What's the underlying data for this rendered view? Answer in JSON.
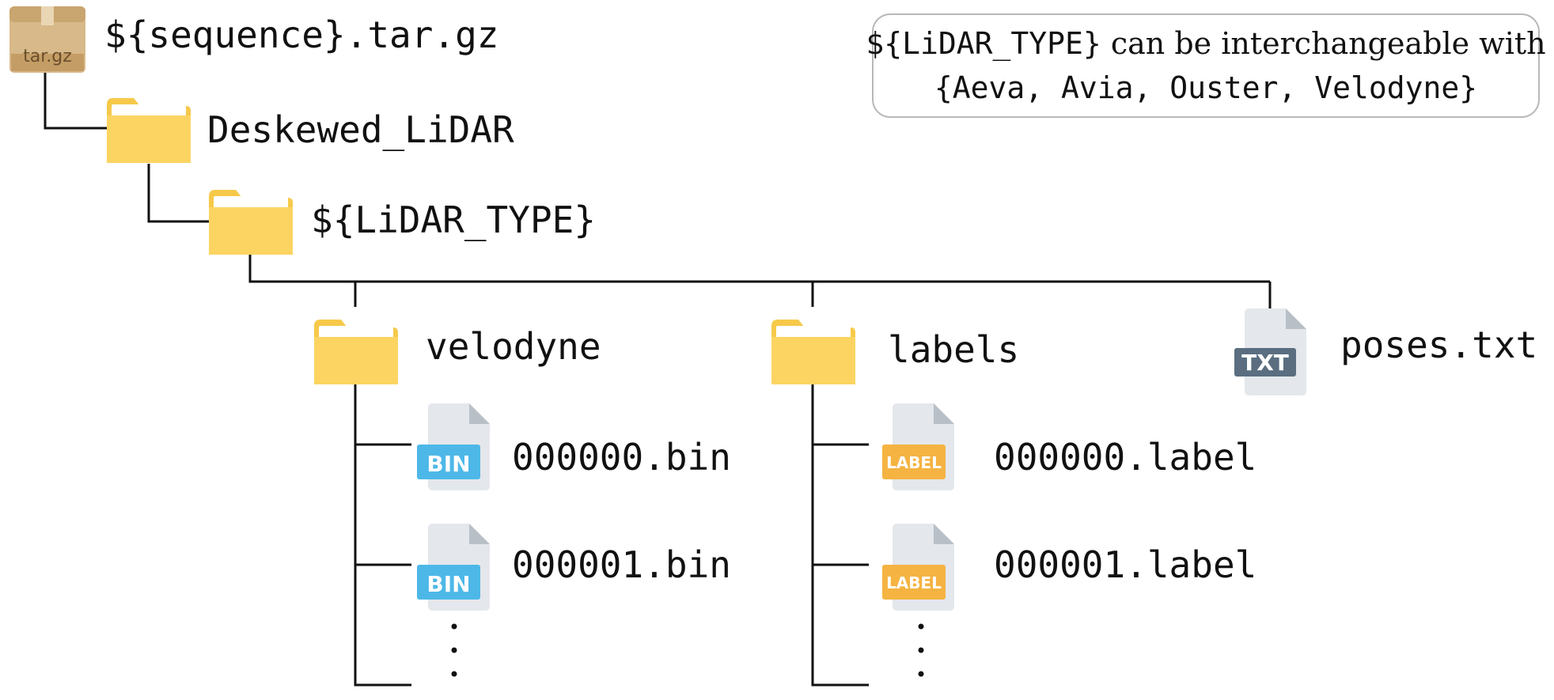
{
  "archive": {
    "name": "${sequence}.tar.gz",
    "icon": "archive-box-icon",
    "icon_text": "tar.gz"
  },
  "deskewed": {
    "name": "Deskewed_LiDAR",
    "icon": "folder-icon"
  },
  "lidar_type": {
    "name": "${LiDAR_TYPE}",
    "icon": "folder-icon"
  },
  "velodyne": {
    "name": "velodyne",
    "icon": "folder-icon",
    "badge": "BIN",
    "badge_color": "#4db8e8",
    "files": [
      "000000.bin",
      "000001.bin"
    ]
  },
  "labels": {
    "name": "labels",
    "icon": "folder-icon",
    "badge": "LABEL",
    "badge_color": "#f5b342",
    "files": [
      "000000.label",
      "000001.label"
    ]
  },
  "poses": {
    "name": "poses.txt",
    "icon": "txt-file-icon",
    "badge": "TXT",
    "badge_color": "#5a6e80"
  },
  "note": {
    "line1_mono": "${LiDAR_TYPE}",
    "line1_rest": " can be interchangeable with",
    "line2": "{Aeva, Avia, Ouster, Velodyne}"
  },
  "colors": {
    "folder": "#fcd462",
    "folder_tab": "#f6c94a",
    "folder_paper": "#ffffff",
    "file": "#e4e7eb",
    "file_fold": "#b9bfc6",
    "line": "#111111"
  }
}
